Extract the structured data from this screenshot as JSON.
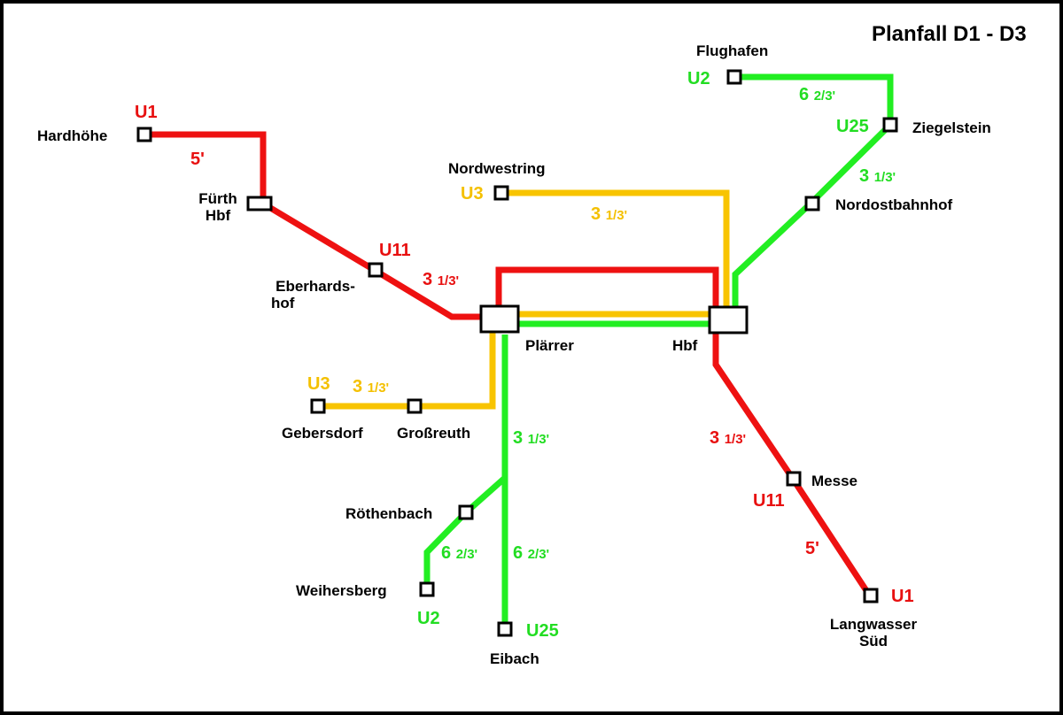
{
  "title": "Planfall D1  - D3",
  "colors": {
    "U1": "#ee1111",
    "U2": "#22ee22",
    "U3": "#f8c400",
    "frame": "#000000"
  },
  "stations": {
    "hardhoehe": "Hardhöhe",
    "fuerth_hbf_1": "Fürth",
    "fuerth_hbf_2": "Hbf",
    "eberhardshof_1": "Eberhards-",
    "eberhardshof_2": "hof",
    "nordwestring": "Nordwestring",
    "plaerrer": "Plärrer",
    "hbf": "Hbf",
    "gebersdorf": "Gebersdorf",
    "grossreuth": "Großreuth",
    "roethenbach": "Röthenbach",
    "weihersberg": "Weihersberg",
    "eibach": "Eibach",
    "flughafen": "Flughafen",
    "ziegelstein": "Ziegelstein",
    "nordostbahnhof": "Nordostbahnhof",
    "messe": "Messe",
    "langwasser_1": "Langwasser",
    "langwasser_2": "Süd"
  },
  "lines": {
    "u1_west": "U1",
    "u11_west": "U11",
    "u3_north": "U3",
    "u3_south": "U3",
    "u2_north": "U2",
    "u25_north": "U25",
    "u11_south": "U11",
    "u1_south": "U1",
    "u2_south": "U2",
    "u25_south": "U25"
  },
  "frequencies": {
    "u1_west": "5'",
    "u11_west": {
      "whole": "3",
      "frac": "1/3'"
    },
    "u3_north": {
      "whole": "3",
      "frac": "1/3'"
    },
    "u2_north": {
      "whole": "6",
      "frac": "2/3'"
    },
    "u25_north": {
      "whole": "3",
      "frac": "1/3'"
    },
    "u3_south": {
      "whole": "3",
      "frac": "1/3'"
    },
    "trunk_south": {
      "whole": "3",
      "frac": "1/3'"
    },
    "u2_south": {
      "whole": "6",
      "frac": "2/3'"
    },
    "u25_south": {
      "whole": "6",
      "frac": "2/3'"
    },
    "u11_south": {
      "whole": "3",
      "frac": "1/3'"
    },
    "u1_south": "5'"
  }
}
